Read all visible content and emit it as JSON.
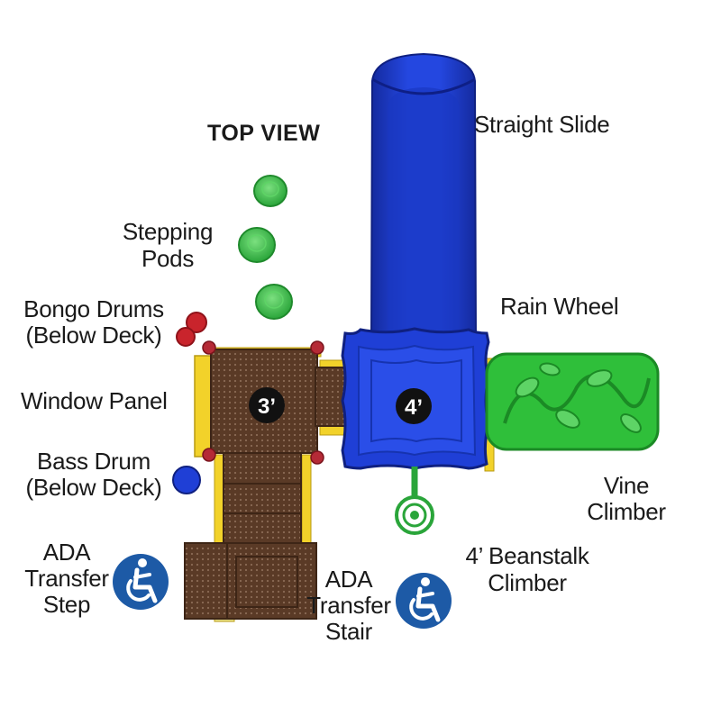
{
  "title": "TOP VIEW",
  "labels": {
    "straight_slide": "Straight  Slide",
    "stepping_pods_1": "Stepping",
    "stepping_pods_2": "Pods",
    "bongo_1": "Bongo Drums",
    "bongo_2": "(Below Deck)",
    "rain_wheel": "Rain Wheel",
    "window_panel": "Window Panel",
    "bass_1": "Bass Drum",
    "bass_2": "(Below Deck)",
    "vine_1": "Vine",
    "vine_2": "Climber",
    "beanstalk_1": "4’ Beanstalk",
    "beanstalk_2": "Climber",
    "ada_step_1": "ADA",
    "ada_step_2": "Transfer",
    "ada_step_3": "Step",
    "ada_stair_1": "ADA",
    "ada_stair_2": "Transfer",
    "ada_stair_3": "Stair"
  },
  "deck_heights": {
    "left": "3’",
    "right": "4’"
  },
  "colors": {
    "slide_blue": "#1f3fd6",
    "deck_brown": "#5a3a26",
    "frame_yellow": "#f2d22a",
    "pod_green": "#3fc24a",
    "vine_green": "#2fbf3a",
    "drum_red": "#c9242c",
    "ada_blue": "#1d5aa6"
  },
  "icons": [
    "wheelchair-icon",
    "wheelchair-icon"
  ]
}
